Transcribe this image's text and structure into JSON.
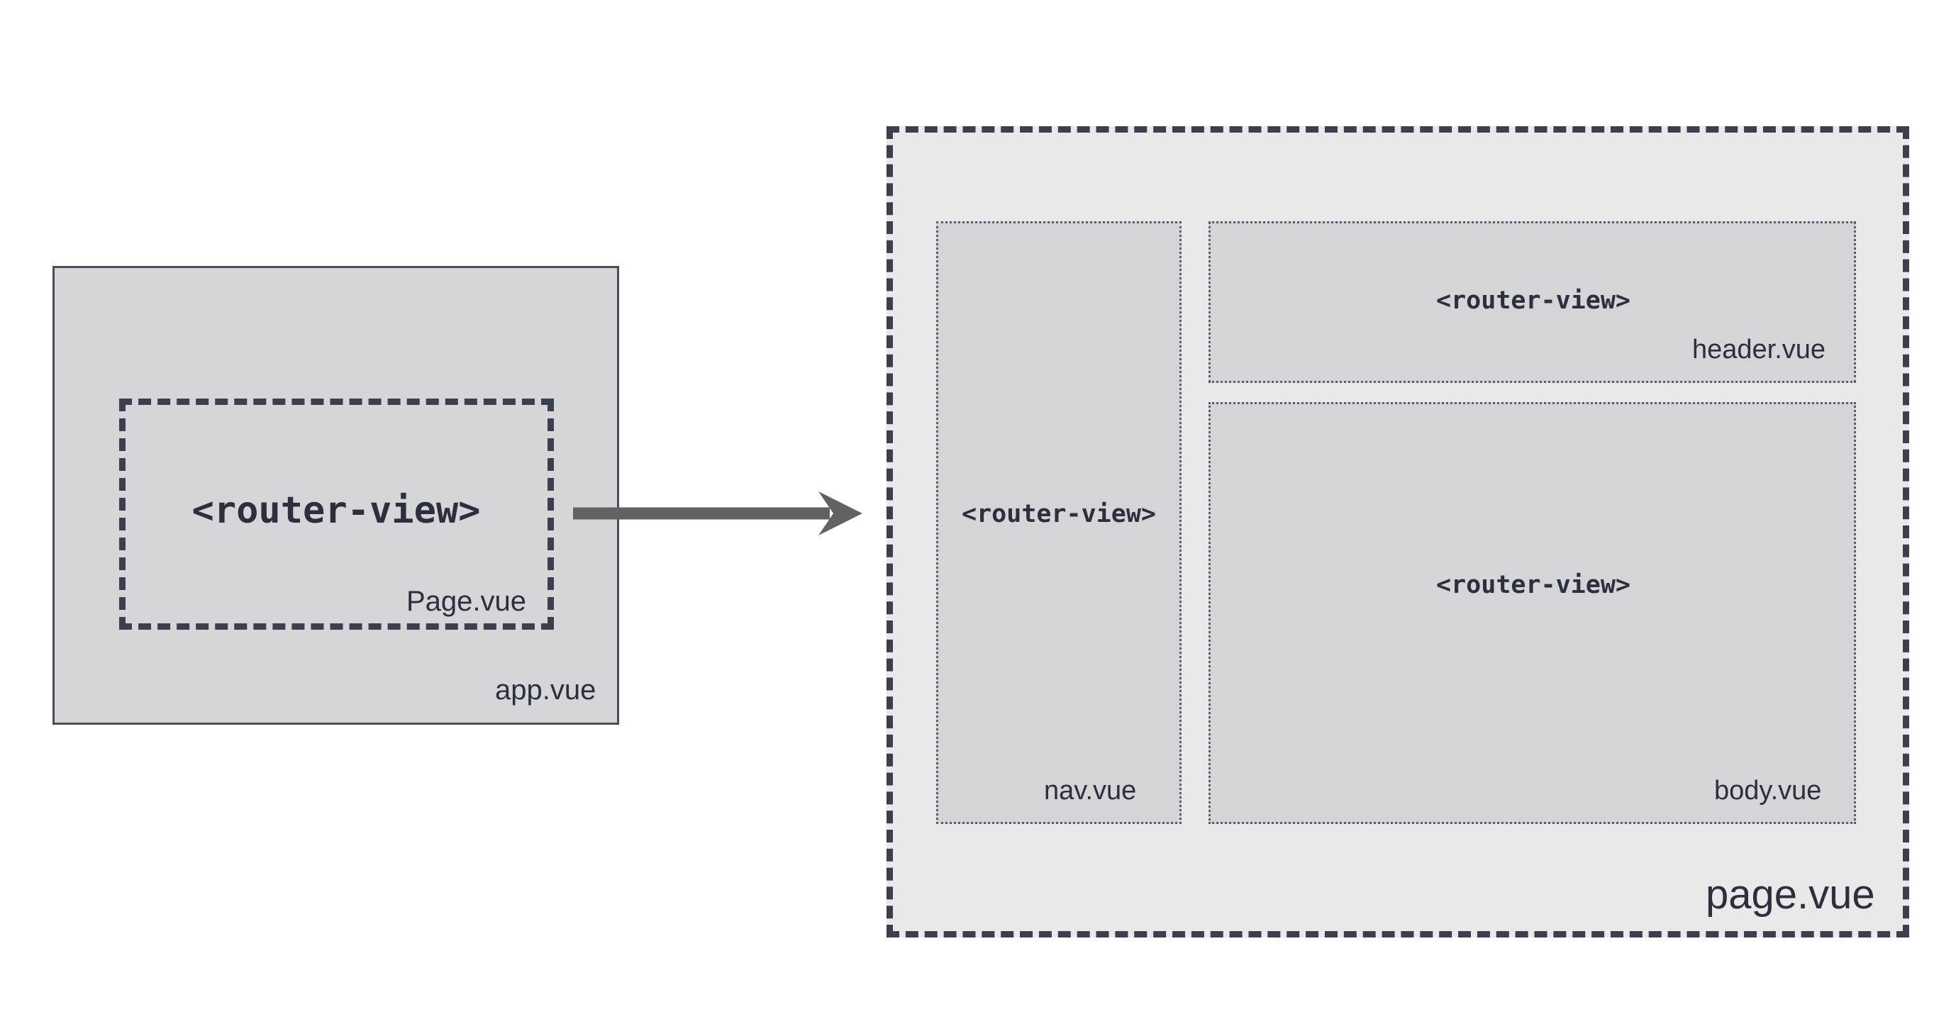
{
  "app": {
    "label": "app.vue",
    "slot": {
      "tag": "<router-view>",
      "label": "Page.vue"
    }
  },
  "page": {
    "label": "page.vue",
    "nav": {
      "tag": "<router-view>",
      "label": "nav.vue"
    },
    "header": {
      "tag": "<router-view>",
      "label": "header.vue"
    },
    "body": {
      "tag": "<router-view>",
      "label": "body.vue"
    }
  },
  "colors": {
    "border": "#3b3f4e",
    "box_fill": "#d6d6d8",
    "page_fill": "#e9e9e9",
    "arrow": "#5f6362",
    "text": "#2b2f3e"
  }
}
